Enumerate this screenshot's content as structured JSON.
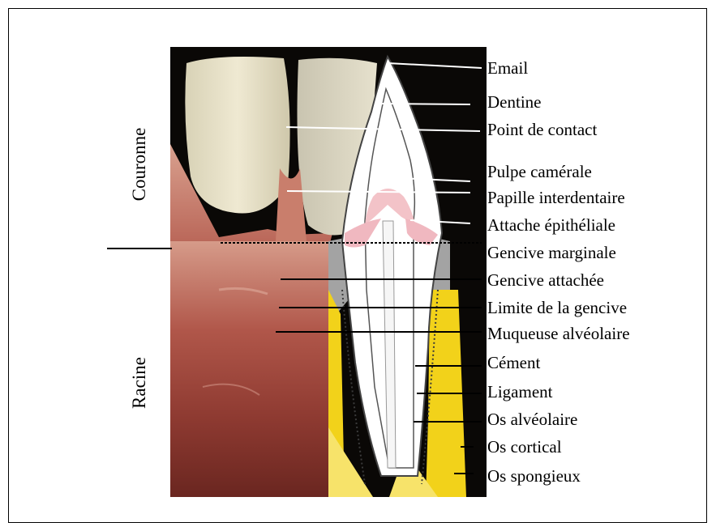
{
  "labels": {
    "email": "Email",
    "dentine": "Dentine",
    "point_contact": "Point de contact",
    "pulpe": "Pulpe camérale",
    "papille": "Papille interdentaire",
    "attache": "Attache épithéliale",
    "gencive_marginale": "Gencive marginale",
    "gencive_attachee": "Gencive attachée",
    "limite": "Limite de la gencive",
    "muqueuse": "Muqueuse alvéolaire",
    "cement": "Cément",
    "ligament": "Ligament",
    "os_alveolaire": "Os alvéolaire",
    "os_cortical": "Os cortical",
    "os_spongieux": "Os spongieux"
  },
  "regions": {
    "couronne": "Couronne",
    "racine": "Racine"
  },
  "colors": {
    "background_dark": "#0a0806",
    "enamel": "#e4e0cf",
    "gum": "#a5463c",
    "bone": "#f2d21a",
    "pulp": "#f3c3c8"
  }
}
